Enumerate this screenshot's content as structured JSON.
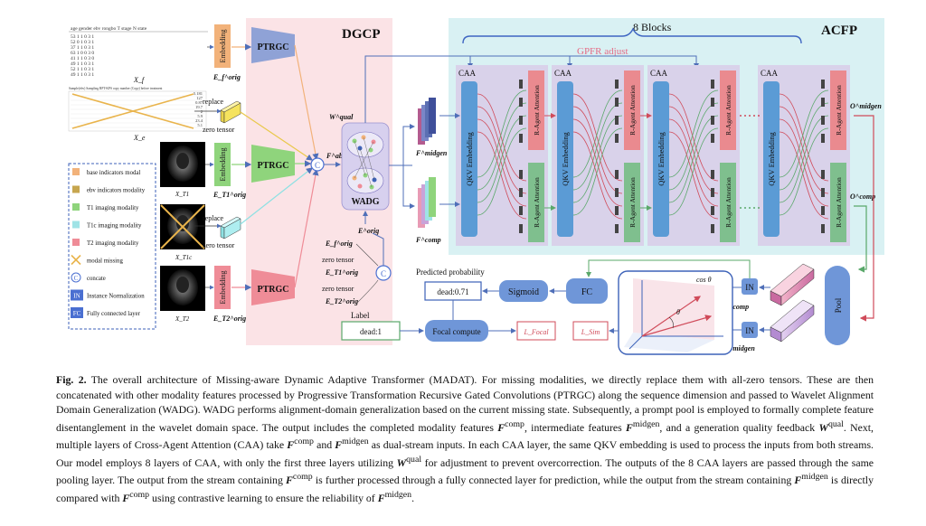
{
  "titles": {
    "dgcp": "DGCP",
    "acfp": "ACFP",
    "blocks": "8 Blocks",
    "gpfr": "GPFR adjust"
  },
  "table": {
    "header": "age  gender  ebv  rongbo  T  stage  N  state",
    "rows": [
      "53  1  1  0  3  1",
      "52  0  1  0  3  1",
      "37  1  1  0  3  1",
      "63  1  0  0  3  0",
      "41  1  1  0  3  0",
      "49  1  1  0  3  1",
      "52  1  1  0  3  1",
      "49  1  1  0  3  1"
    ],
    "xf": "X_f",
    "xe": "X_e",
    "ebv_header": "Sample(ebv)  Sampling  RPT-KPS  copy number  (Copy)  before treatment",
    "ebv_values": [
      "5.181",
      "127",
      "0.87",
      "19.7",
      "2",
      "5.9",
      "23.4",
      "5.1"
    ]
  },
  "images": {
    "t1": "X_T1",
    "t1c": "X_T1c",
    "t2": "X_T2"
  },
  "labels": {
    "embedding": "Embedding",
    "ptrgc": "PTRGC",
    "ef": "E_f^orig",
    "et1": "E_T1^orig",
    "et2": "E_T2^orig",
    "replace": "replace",
    "zero_tensor": "zero tensor",
    "concat": "C",
    "wadg": "WADG",
    "wqual": "W^qual",
    "fabs": "F^abs",
    "eorig": "E^orig",
    "stack_ef": "E_f^orig",
    "stack_zero1": "zero tensor",
    "stack_et1": "E_T1^orig",
    "stack_zero2": "zero tensor",
    "stack_et2": "E_T2^orig",
    "fmidgen": "F^midgen",
    "fcomp": "F^comp",
    "caa": "CAA",
    "qkv": "QKV Embedding",
    "ragent": "R-Agent Attention",
    "omidgen": "O^midgen",
    "ocomp": "O^comp",
    "pool": "Pool",
    "in": "IN",
    "fc": "FC",
    "sigmoid": "Sigmoid",
    "pred_prob": "Predicted probability",
    "pred_value": "dead:0.71",
    "label": "Label",
    "label_value": "dead:1",
    "focal": "Focal compute",
    "lfocal": "L_Focal",
    "lsim": "L_Sim",
    "cos": "cos θ",
    "theta": "θ"
  },
  "legend": [
    {
      "label": "base indicators modal",
      "color": "#f2b27a",
      "kind": "swatch"
    },
    {
      "label": "ebv indicators modality",
      "color": "#c7a64e",
      "kind": "swatch"
    },
    {
      "label": "T1 imaging modality",
      "color": "#8fd47c",
      "kind": "swatch"
    },
    {
      "label": "T1c imaging modality",
      "color": "#9fe3e6",
      "kind": "swatch"
    },
    {
      "label": "T2 imaging modality",
      "color": "#ef8c97",
      "kind": "swatch"
    },
    {
      "label": "modal missing",
      "color": "#e9b44c",
      "kind": "cross"
    },
    {
      "label": "concate",
      "color": "#4a6fd1",
      "kind": "circle"
    },
    {
      "label": "Instance Normalization",
      "color": "#4a6fd1",
      "kind": "IN"
    },
    {
      "label": "Fully connected layer",
      "color": "#4a6fd1",
      "kind": "FC"
    }
  ],
  "colors": {
    "dgcp_bg": "#fbe3e6",
    "acfp_bg": "#d9f1f3",
    "block_bg": "#d9d2ea",
    "qkv": "#5b9bd5",
    "ragent_red": "#ea8a8f",
    "ragent_green": "#7fbf8e",
    "blue_btn": "#6f96d8",
    "arrow": "#5b7fc9"
  },
  "caption": {
    "fig": "Fig. 2.",
    "p1": " The overall architecture of Missing-aware Dynamic Adaptive Transformer (MADAT). For missing modalities, we directly replace them with all-zero tensors. These are then concatenated with other modality features processed by Progressive Transformation Recursive Gated Convolutions (PTRGC) along the sequence dimension and passed to Wavelet Alignment Domain Generalization (WADG). WADG performs alignment-domain generalization based on the current missing state. Subsequently, a prompt pool is employed to formally complete feature disentanglement in the wavelet domain space. The output includes the completed modality features ",
    "fcomp": "F",
    "sup_comp": "comp",
    "p2": ", intermediate features ",
    "fmid": "F",
    "sup_mid": "midgen",
    "p3": ", and a generation quality feedback ",
    "wq": "W",
    "sup_qual": "qual",
    "p4": ". Next, multiple layers of Cross-Agent Attention (CAA) take ",
    "p5": " and ",
    "p6": " as dual-stream inputs. In each CAA layer, the same QKV embedding is used to process the inputs from both streams. Our model employs 8 layers of CAA, with only the first three layers utilizing ",
    "p7": " for adjustment to prevent overcorrection. The outputs of the 8 CAA layers are passed through the same pooling layer. The output from the stream containing ",
    "p8": " is further processed through a fully connected layer for prediction, while the output from the stream containing ",
    "p9": " is directly compared with ",
    "p10": " using contrastive learning to ensure the reliability of ",
    "p11": "."
  }
}
